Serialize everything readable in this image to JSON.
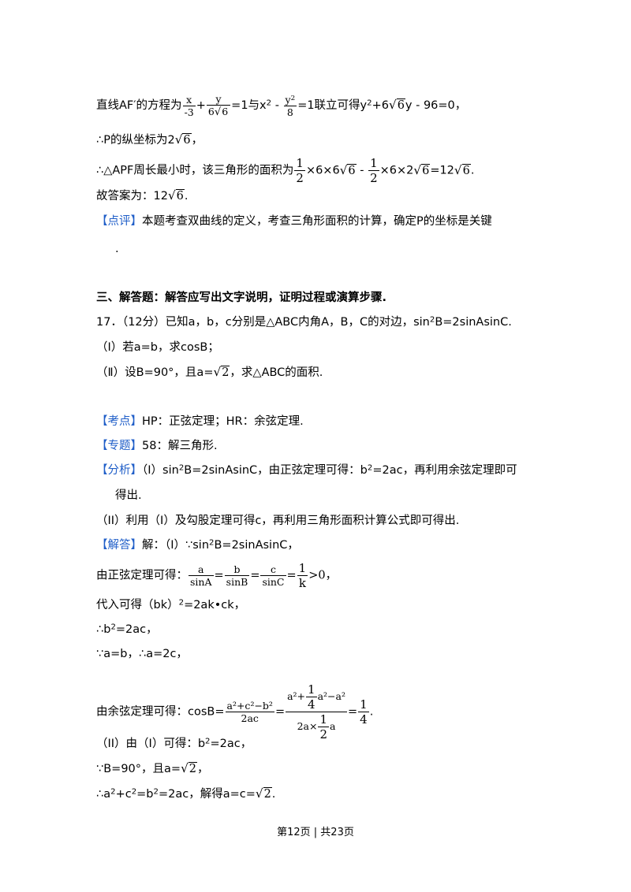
{
  "l1": {
    "a": "直线AF′的方程为",
    "f1n": "x",
    "f1d": "-3",
    "plus": "+",
    "f2n": "y",
    "f2d": "6",
    "rad6": "6",
    "eq1": "=1与x",
    "sq": "2",
    "minus": " - ",
    "f3n": "y",
    "f3d": "8",
    "eq2": "=1联立可得y",
    "b": "+6",
    "c": "y - 96=0，"
  },
  "l2": {
    "a": "∴P的纵坐标为2",
    "rad": "6",
    "b": "，"
  },
  "l3": {
    "a": "∴△APF周长最小时，该三角形的面积为",
    "h1n": "1",
    "h1d": "2",
    "b": "×6×6",
    "rad1": "6",
    "c": " - ",
    "h2n": "1",
    "h2d": "2",
    "d": "×6×2",
    "rad2": "6",
    "e": "=12",
    "rad3": "6",
    "f": "."
  },
  "l4": {
    "a": "故答案为：12",
    "rad": "6",
    "b": "."
  },
  "l5": {
    "tag": "【点评】",
    "text": "本题考查双曲线的定义，考查三角形面积的计算，确定P的坐标是关键"
  },
  "l6": {
    "text": "."
  },
  "section": {
    "title": "三、解答题：解答应写出文字说明，证明过程或演算步骤."
  },
  "q17": {
    "text": "17．（12分）已知a，b，c分别是△ABC内角A，B，C的对边，sin",
    "sq": "2",
    "text2": "B=2sinAsinC."
  },
  "q17a": {
    "text": "（Ⅰ）若a=b，求cosB；"
  },
  "q17b": {
    "a": "（Ⅱ）设B=90°，且a=",
    "rad": "2",
    "b": "，求△ABC的面积."
  },
  "kaodian": {
    "tag": "【考点】",
    "text": "HP：正弦定理；HR：余弦定理."
  },
  "zhuanti": {
    "tag": "【专题】",
    "text": "58：解三角形."
  },
  "fenxi": {
    "tag": "【分析】",
    "a": "（I）sin",
    "sq": "2",
    "b": "B=2sinAsinC，由正弦定理可得：b",
    "c": "=2ac，再利用余弦定理即可",
    "cont": "得出."
  },
  "fenxi2": {
    "text": "（II）利用（I）及勾股定理可得c，再利用三角形面积计算公式即可得出."
  },
  "jieda": {
    "tag": "【解答】",
    "a": "解：（I）∵sin",
    "sq": "2",
    "b": "B=2sinAsinC，"
  },
  "s1": {
    "a": "由正弦定理可得：",
    "f1n": "a",
    "f1d": "sinA",
    "f2n": "b",
    "f2d": "sinB",
    "f3n": "c",
    "f3d": "sinC",
    "f4n": "1",
    "f4d": "k",
    "eq": "=",
    "gt": ">0，"
  },
  "s2": {
    "a": "代入可得（bk）",
    "sq": "2",
    "b": "=2ak•ck，"
  },
  "s3": {
    "a": "∴b",
    "sq": "2",
    "b": "=2ac，"
  },
  "s4": {
    "text": "∵a=b，∴a=2c，"
  },
  "s5": {
    "a": "由余弦定理可得：cosB=",
    "fn": "a²+c²−b²",
    "fd": "2ac",
    "gna": "a²+",
    "gq_n": "1",
    "gq_d": "4",
    "gnb": "a²−a²",
    "gda": "2a×",
    "gh_n": "1",
    "gh_d": "2",
    "gdb": "a",
    "r_n": "1",
    "r_d": "4",
    "eq": "=",
    "end": "."
  },
  "s6": {
    "a": "（II）由（I）可得：b",
    "sq": "2",
    "b": "=2ac，"
  },
  "s7": {
    "a": "∵B=90°，且a=",
    "rad": "2",
    "b": "，"
  },
  "s8": {
    "a": "∴a",
    "sq": "2",
    "b": "+c",
    "c": "=b",
    "d": "=2ac，解得a=c=",
    "rad": "2",
    "e": "."
  },
  "footer": {
    "text": "第12页 | 共23页"
  },
  "colors": {
    "tag_blue": "#1f5ec8"
  }
}
